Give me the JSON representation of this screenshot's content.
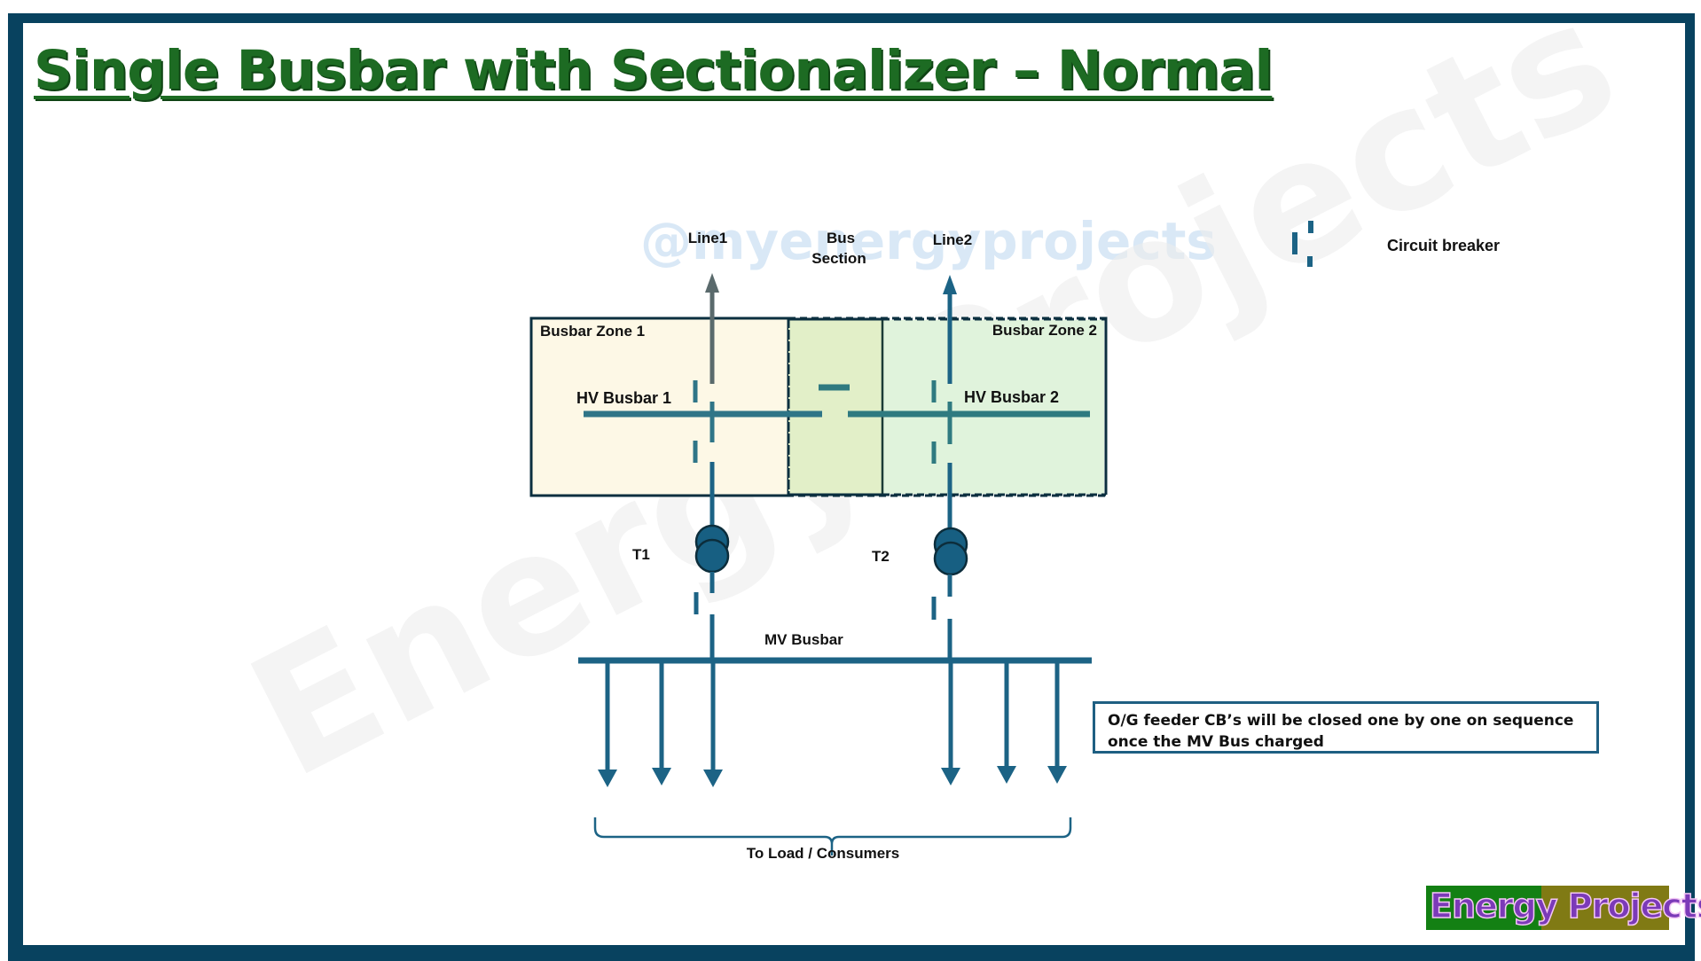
{
  "title": "Single Busbar with Sectionalizer – Normal",
  "watermarks": {
    "handle": "@myenergyprojects",
    "brand": "Energy Projects"
  },
  "labels": {
    "line1": "Line1",
    "line2": "Line2",
    "bus_section_1": "Bus",
    "bus_section_2": "Section",
    "zone1": "Busbar Zone 1",
    "zone2": "Busbar Zone 2",
    "hv_busbar_1": "HV Busbar 1",
    "hv_busbar_2": "HV Busbar 2",
    "t1": "T1",
    "t2": "T2",
    "mv_busbar": "MV Busbar",
    "to_load": "To Load / Consumers"
  },
  "legend": {
    "icon": "circuit-breaker-icon",
    "label": "Circuit breaker"
  },
  "note": {
    "line1": "O/G feeder CB’s will be closed one by one on sequence",
    "line2": "once the MV Bus charged"
  },
  "logo": {
    "word1": "Energy",
    "word2": "Projects"
  },
  "colors": {
    "frame": "#08425f",
    "title": "#1d6b23",
    "conductor": "#1c6385",
    "hv_bus": "#2f7a80",
    "line1_arrow": "#5a6a6c",
    "zone1_fill": "#fdf8e6",
    "section_fill": "#e2efc8",
    "zone2_fill": "#e0f3dc",
    "transformer": "#175f82",
    "logo_green": "#138013",
    "logo_olive": "#807a14",
    "logo_text": "#7b3ab8"
  }
}
